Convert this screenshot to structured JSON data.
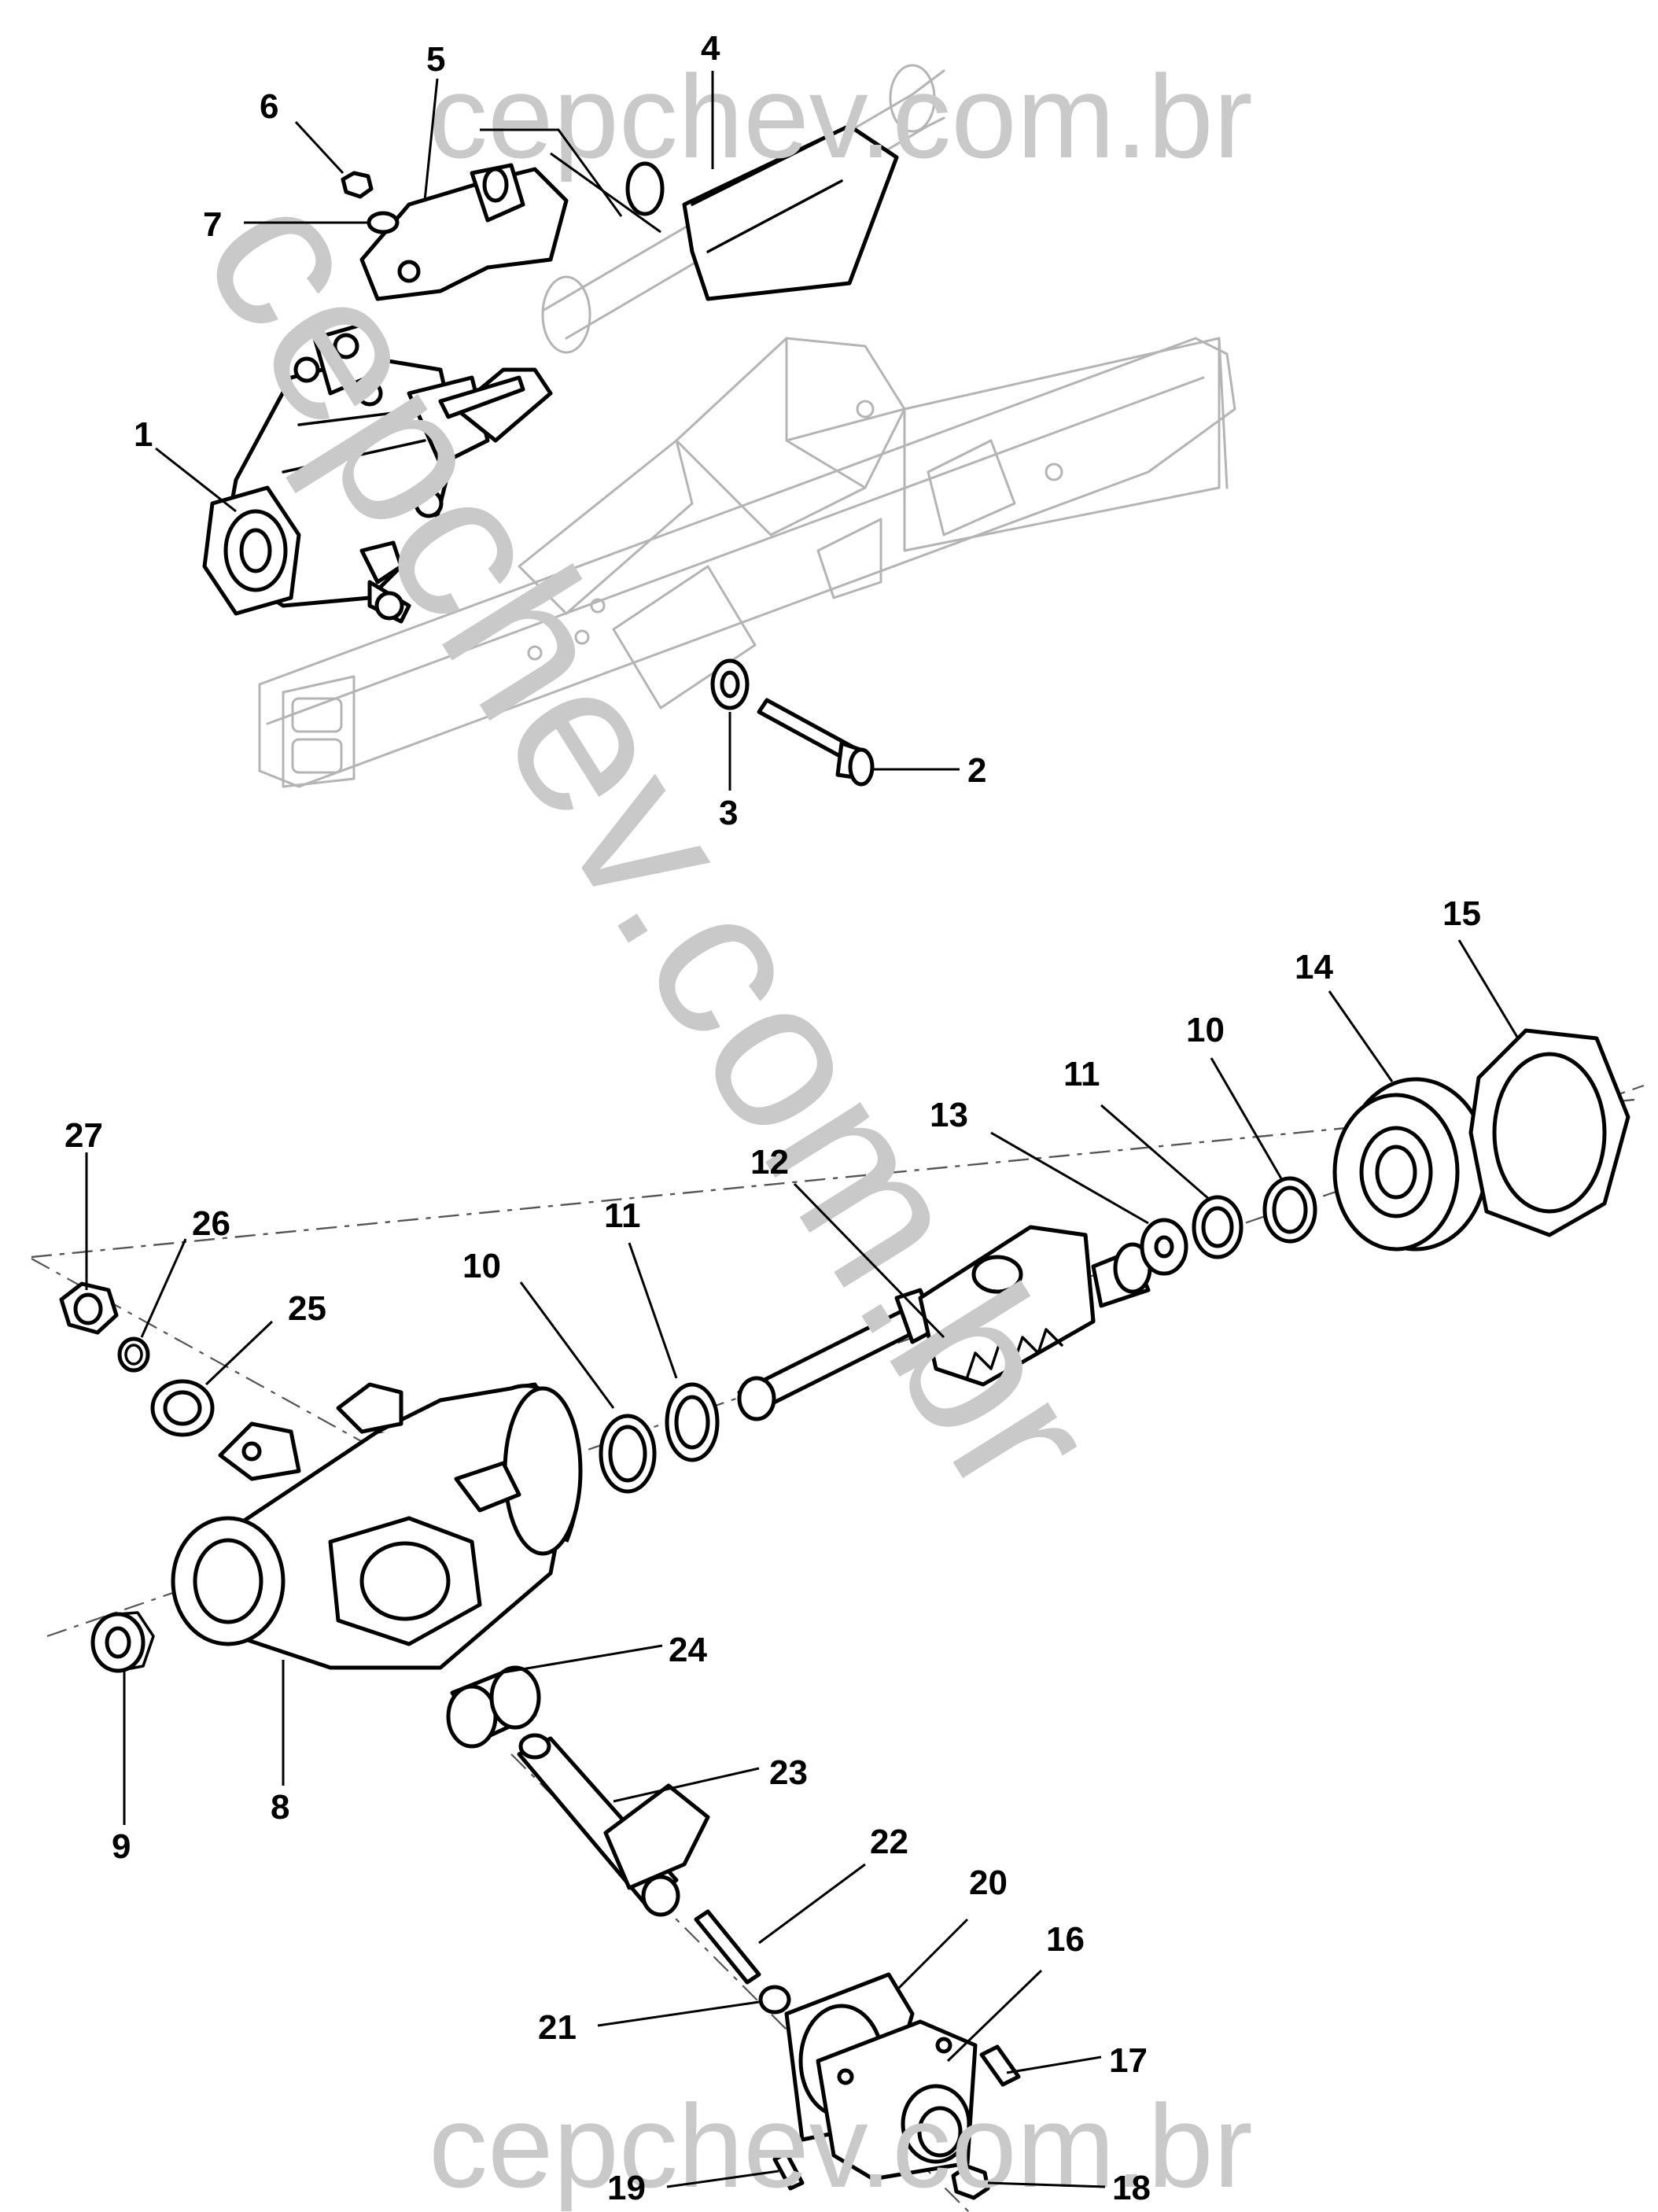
{
  "watermark": {
    "top": "cepchev.com.br",
    "diagonal": "cepchev.com.br",
    "bottom": "cepchev.com.br"
  },
  "callouts": [
    {
      "id": "c1",
      "label": "1"
    },
    {
      "id": "c2",
      "label": "2"
    },
    {
      "id": "c3",
      "label": "3"
    },
    {
      "id": "c4",
      "label": "4"
    },
    {
      "id": "c5",
      "label": "5"
    },
    {
      "id": "c6",
      "label": "6"
    },
    {
      "id": "c7",
      "label": "7"
    },
    {
      "id": "c8",
      "label": "8"
    },
    {
      "id": "c9",
      "label": "9"
    },
    {
      "id": "c10a",
      "label": "10"
    },
    {
      "id": "c10b",
      "label": "10"
    },
    {
      "id": "c11a",
      "label": "11"
    },
    {
      "id": "c11b",
      "label": "11"
    },
    {
      "id": "c12",
      "label": "12"
    },
    {
      "id": "c13",
      "label": "13"
    },
    {
      "id": "c14",
      "label": "14"
    },
    {
      "id": "c15",
      "label": "15"
    },
    {
      "id": "c16",
      "label": "16"
    },
    {
      "id": "c17",
      "label": "17"
    },
    {
      "id": "c18",
      "label": "18"
    },
    {
      "id": "c19",
      "label": "19"
    },
    {
      "id": "c20",
      "label": "20"
    },
    {
      "id": "c21",
      "label": "21"
    },
    {
      "id": "c22",
      "label": "22"
    },
    {
      "id": "c23",
      "label": "23"
    },
    {
      "id": "c24",
      "label": "24"
    },
    {
      "id": "c25",
      "label": "25"
    },
    {
      "id": "c26",
      "label": "26"
    },
    {
      "id": "c27",
      "label": "27"
    }
  ]
}
